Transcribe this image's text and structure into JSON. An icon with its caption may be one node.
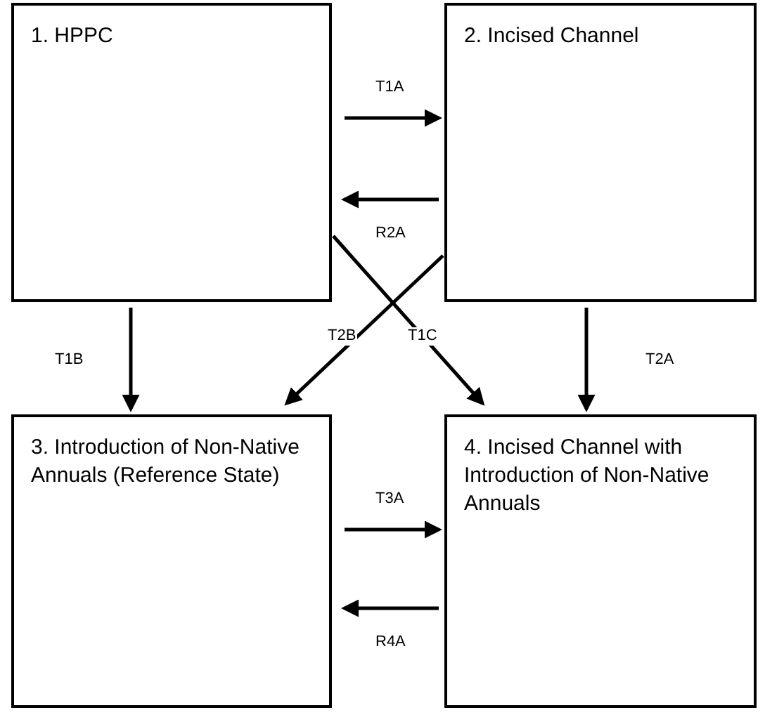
{
  "diagram": {
    "nodes": [
      {
        "text": [
          "1. HPPC"
        ]
      },
      {
        "text": [
          "2. Incised Channel"
        ]
      },
      {
        "text": [
          "3. Introduction of Non-Native Annuals (Reference State)"
        ]
      },
      {
        "text": [
          "4. Incised Channel with Introduction of Non-Native Annuals"
        ]
      }
    ],
    "edges": [
      {
        "from": 0,
        "to": 1,
        "arrow": "to",
        "label": "T1A"
      },
      {
        "from": 1,
        "to": 0,
        "arrow": "to",
        "label": "R2A"
      },
      {
        "from": 0,
        "to": 2,
        "arrow": "to",
        "label": "T1B"
      },
      {
        "from": 1,
        "to": 2,
        "arrow": "to",
        "label": "T2B"
      },
      {
        "from": 0,
        "to": 3,
        "arrow": "to",
        "label": "T1C"
      },
      {
        "from": 1,
        "to": 3,
        "arrow": "to",
        "label": "T2A"
      },
      {
        "from": 2,
        "to": 3,
        "arrow": "to",
        "label": "T3A"
      },
      {
        "from": 3,
        "to": 2,
        "arrow": "to",
        "label": "R4A"
      }
    ]
  }
}
